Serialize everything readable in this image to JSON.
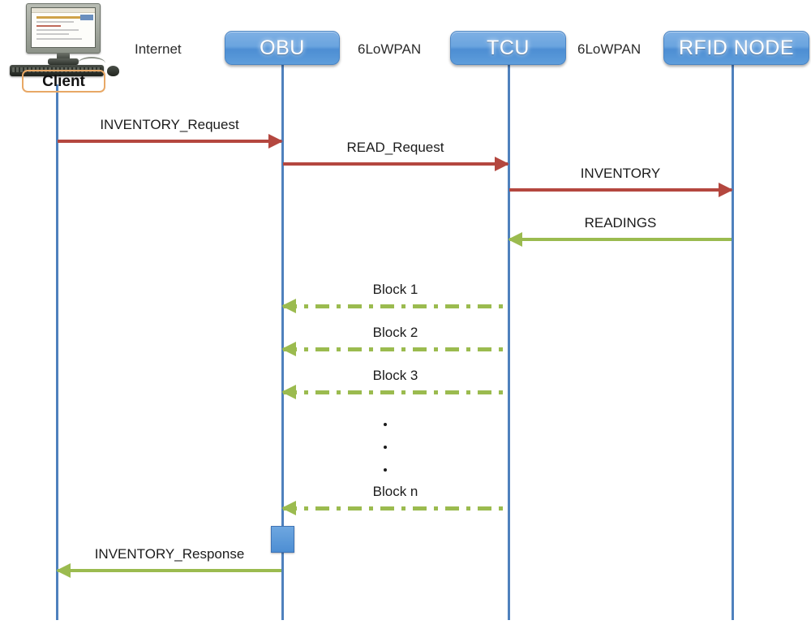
{
  "diagram": {
    "title": "RFID Inventory Sequence Diagram",
    "colors": {
      "participant_fill": "#5e9ddb",
      "participant_border": "#4b85c4",
      "lifeline": "#4f81bd",
      "request_arrow": "#b4473f",
      "response_arrow": "#9bbb4f",
      "client_frame": "#e8a866"
    }
  },
  "participants": [
    {
      "id": "client",
      "label": "Client",
      "type": "node-image"
    },
    {
      "id": "obu",
      "label": "OBU",
      "type": "box"
    },
    {
      "id": "tcu",
      "label": "TCU",
      "type": "box"
    },
    {
      "id": "rfid_node",
      "label": "RFID NODE",
      "type": "box"
    }
  ],
  "network_labels": [
    {
      "id": "net1",
      "label": "Internet"
    },
    {
      "id": "net2",
      "label": "6LoWPAN"
    },
    {
      "id": "net3",
      "label": "6LoWPAN"
    }
  ],
  "messages": [
    {
      "id": "m1",
      "label": "INVENTORY_Request",
      "from": "client",
      "to": "obu",
      "style": "solid",
      "color": "#b4473f",
      "direction": "right"
    },
    {
      "id": "m2",
      "label": "READ_Request",
      "from": "obu",
      "to": "tcu",
      "style": "solid",
      "color": "#b4473f",
      "direction": "right"
    },
    {
      "id": "m3",
      "label": "INVENTORY",
      "from": "tcu",
      "to": "rfid_node",
      "style": "solid",
      "color": "#b4473f",
      "direction": "right"
    },
    {
      "id": "m4",
      "label": "READINGS",
      "from": "rfid_node",
      "to": "tcu",
      "style": "solid",
      "color": "#9bbb4f",
      "direction": "left"
    },
    {
      "id": "m5",
      "label": "Block 1",
      "from": "tcu",
      "to": "obu",
      "style": "dash-dot",
      "color": "#9bbb4f",
      "direction": "left"
    },
    {
      "id": "m6",
      "label": "Block 2",
      "from": "tcu",
      "to": "obu",
      "style": "dash-dot",
      "color": "#9bbb4f",
      "direction": "left"
    },
    {
      "id": "m7",
      "label": "Block 3",
      "from": "tcu",
      "to": "obu",
      "style": "dash-dot",
      "color": "#9bbb4f",
      "direction": "left"
    },
    {
      "id": "m8",
      "label": "Block n",
      "from": "tcu",
      "to": "obu",
      "style": "dash-dot",
      "color": "#9bbb4f",
      "direction": "left"
    },
    {
      "id": "m9",
      "label": "INVENTORY_Response",
      "from": "obu",
      "to": "client",
      "style": "solid",
      "color": "#9bbb4f",
      "direction": "left"
    }
  ],
  "continuation": {
    "glyph": "vertical-ellipsis",
    "dot_count": 3
  },
  "activation": {
    "on": "obu",
    "label": ""
  }
}
